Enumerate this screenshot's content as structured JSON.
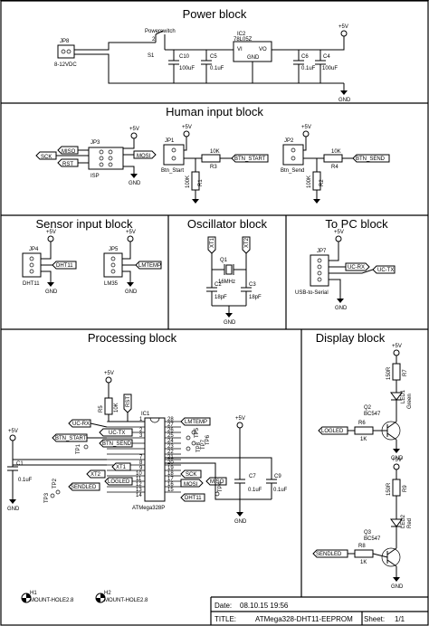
{
  "blocks": {
    "power": "Power block",
    "human": "Human input block",
    "sensor": "Sensor input block",
    "oscillator": "Oscillator block",
    "topc": "To PC block",
    "processing": "Processing block",
    "display": "Display block"
  },
  "common": {
    "vcc": "+5V",
    "gnd": "GND"
  },
  "nets": {
    "sck": "SCK",
    "miso": "MISO",
    "mosi": "MOSI",
    "rst": "RST",
    "btn_start": "BTN_START",
    "btn_send": "BTN_SEND",
    "dht11": "DHT11",
    "lmtemp": "LMTEMP",
    "xt1": "XT1",
    "xt2": "XT2",
    "uc_rx": "UC-RX",
    "uc_tx": "UC-TX",
    "logled": "LOGLED",
    "sendled": "SENDLED"
  },
  "power": {
    "jp8": "JP8",
    "jp8_voltage": "8-12VDC",
    "switch_label": "Powerswitch",
    "s1": "S1",
    "pin2": "2",
    "c10": "C10",
    "c10_val": "100uF",
    "c5": "C5",
    "c5_val": "0.1uF",
    "ic2": "IC2",
    "ic2_part": "78L05Z",
    "vi": "VI",
    "vo": "VO",
    "gnd_pin": "GND",
    "c6": "C6",
    "c6_val": "0.1uF",
    "c4": "C4",
    "c4_val": "100uF"
  },
  "human": {
    "jp3": "JP3",
    "isp": "ISP",
    "jp1": "JP1",
    "btn_start": "Btn_Start",
    "r3": "R3",
    "r3_val": "10K",
    "r1": "R1",
    "r1_val": "100K",
    "jp2": "JP2",
    "btn_send": "Btn_Send",
    "r4": "R4",
    "r4_val": "10K",
    "r2": "R2",
    "r2_val": "100K"
  },
  "sensor": {
    "jp4": "JP4",
    "dht11": "DHT11",
    "jp5": "JP5",
    "lm35": "LM35"
  },
  "osc": {
    "q1": "Q1",
    "q1_freq": "16MHz",
    "c2": "C2",
    "c2_val": "18pF",
    "c3": "C3",
    "c3_val": "18pF"
  },
  "topc": {
    "jp7": "JP7",
    "usb_serial": "USB-to-Serial"
  },
  "proc": {
    "ic1": "IC1",
    "ic1_part": "ATMega328P",
    "r5": "R5",
    "r5_val": "10K",
    "c1": "C1",
    "c1_val": "0.1uF",
    "c7": "C7",
    "c7_val": "0.1uF",
    "c9": "C9",
    "c9_val": "0.1uF",
    "tp1": "TP1",
    "tp2": "TP2",
    "tp3": "TP3",
    "tp4": "TP4",
    "tp5": "TP5",
    "tp6": "TP6",
    "tp7": "TP7",
    "tp8": "TP8",
    "pin1": "1",
    "pin2": "2",
    "pin3": "3",
    "pin7": "7",
    "pin8": "8",
    "pin9": "9",
    "pin10": "10",
    "pin11": "11",
    "pin12": "12",
    "pin13": "13",
    "pin14": "14",
    "pin15": "15",
    "pin16": "16",
    "pin17": "17",
    "pin18": "18",
    "pin19": "19",
    "pin20": "20",
    "pin21": "21",
    "pin22": "22",
    "pin23": "23",
    "pin24": "24",
    "pin25": "25",
    "pin26": "26",
    "pin27": "27",
    "pin28": "28"
  },
  "display": {
    "r7": "R7",
    "r7_val": "150R",
    "led1": "LED1",
    "led1_color": "Green",
    "q2": "Q2",
    "q2_part": "BC547",
    "r6": "R6",
    "r6_val": "1K",
    "r9": "R9",
    "r9_val": "150R",
    "led2": "LED2",
    "led2_color": "Red",
    "q3": "Q3",
    "q3_part": "BC547",
    "r8": "R8",
    "r8_val": "1K"
  },
  "holes": {
    "h1": "H1",
    "h2": "H2",
    "type": "MOUNT-HOLE2.8"
  },
  "titleblock": {
    "date_label": "Date:",
    "date": "08.10.15 19:56",
    "title_label": "TITLE:",
    "title": "ATMega328-DHT11-EEPROM",
    "sheet_label": "Sheet:",
    "sheet": "1/1"
  }
}
